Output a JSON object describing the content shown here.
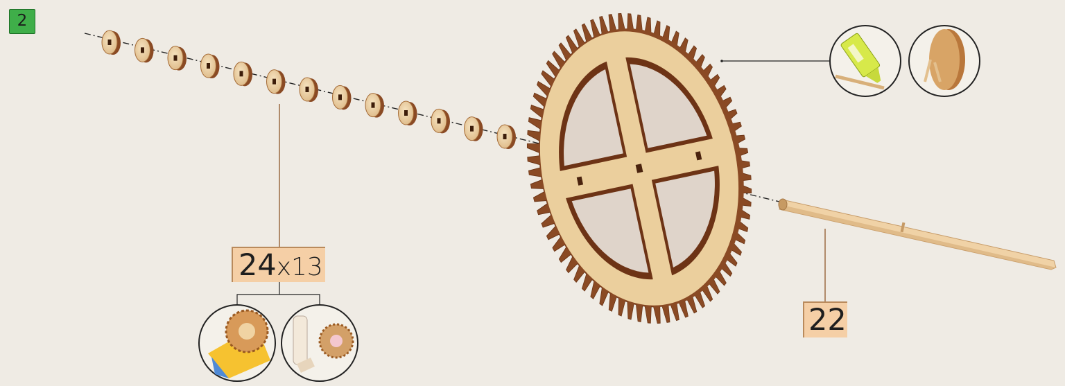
{
  "step": {
    "number": "2"
  },
  "parts": {
    "washer": {
      "part_number": "24",
      "quantity_label": "x13",
      "quantity": 13
    },
    "shaft": {
      "part_number": "22"
    }
  },
  "gear": {
    "tooth_count": 72
  },
  "icons": [
    "glue-bottle-detail-icon",
    "glued-washer-detail-icon",
    "gear-assembly-detail-icon",
    "gear-on-shaft-detail-icon"
  ],
  "colors": {
    "background": "#efebe4",
    "badge_green": "#3fae49",
    "wood_light": "#ebcf9d",
    "wood_dark": "#8a4a24",
    "label_peach": "#f5cfa6",
    "leader_line": "#9a6a42"
  }
}
